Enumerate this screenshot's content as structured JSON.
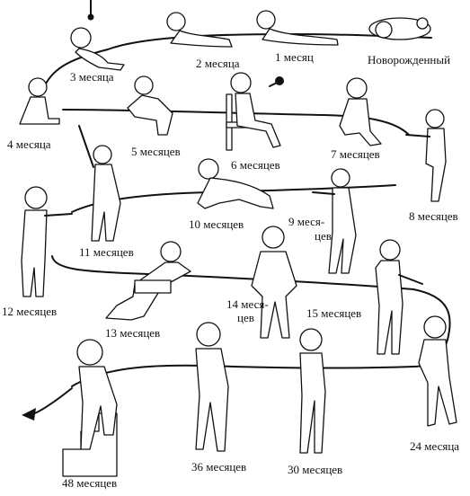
{
  "stages": [
    {
      "key": "newborn",
      "label": "Новорожденный"
    },
    {
      "key": "m1",
      "label": "1 месяц"
    },
    {
      "key": "m2",
      "label": "2 месяца"
    },
    {
      "key": "m3",
      "label": "3 месяца"
    },
    {
      "key": "m4",
      "label": "4 месяца"
    },
    {
      "key": "m5",
      "label": "5 месяцев"
    },
    {
      "key": "m6",
      "label": "6 месяцев"
    },
    {
      "key": "m7",
      "label": "7 месяцев"
    },
    {
      "key": "m8",
      "label": "8 месяцев"
    },
    {
      "key": "m9a",
      "label": "9 меся-"
    },
    {
      "key": "m9b",
      "label": "цев"
    },
    {
      "key": "m10",
      "label": "10 месяцев"
    },
    {
      "key": "m11",
      "label": "11 месяцев"
    },
    {
      "key": "m12",
      "label": "12 месяцев"
    },
    {
      "key": "m13",
      "label": "13 месяцев"
    },
    {
      "key": "m14a",
      "label": "14 меся-"
    },
    {
      "key": "m14b",
      "label": "цев"
    },
    {
      "key": "m15",
      "label": "15 месяцев"
    },
    {
      "key": "m24",
      "label": "24 месяца"
    },
    {
      "key": "m30",
      "label": "30 месяцев"
    },
    {
      "key": "m36",
      "label": "36 месяцев"
    },
    {
      "key": "m48",
      "label": "48 месяцев"
    }
  ]
}
